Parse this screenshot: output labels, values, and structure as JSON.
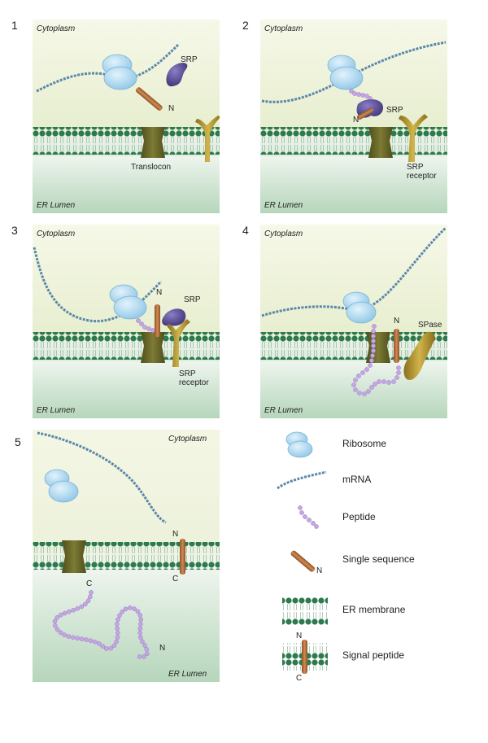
{
  "panels": [
    {
      "number": "1",
      "cytoplasm": "Cytoplasm",
      "lumen": "ER Lumen",
      "labels": {
        "srp": "SRP",
        "n": "N",
        "translocon": "Translocon"
      }
    },
    {
      "number": "2",
      "cytoplasm": "Cytoplasm",
      "lumen": "ER Lumen",
      "labels": {
        "srp": "SRP",
        "n": "N",
        "srp_receptor_1": "SRP",
        "srp_receptor_2": "receptor"
      }
    },
    {
      "number": "3",
      "cytoplasm": "Cytoplasm",
      "lumen": "ER Lumen",
      "labels": {
        "srp": "SRP",
        "n": "N",
        "srp_receptor_1": "SRP",
        "srp_receptor_2": "receptor"
      }
    },
    {
      "number": "4",
      "cytoplasm": "Cytoplasm",
      "lumen": "ER Lumen",
      "labels": {
        "spase": "SPase",
        "n": "N"
      }
    },
    {
      "number": "5",
      "cytoplasm": "Cytoplasm",
      "lumen": "ER Lumen",
      "labels": {
        "n_top": "N",
        "c_bottom": "C",
        "c_peptide": "C",
        "n_peptide": "N"
      }
    }
  ],
  "legend": [
    {
      "icon": "ribosome-icon",
      "label": "Ribosome"
    },
    {
      "icon": "mrna-icon",
      "label": "mRNA"
    },
    {
      "icon": "peptide-icon",
      "label": "Peptide"
    },
    {
      "icon": "single-sequence-icon",
      "label": "Single sequence",
      "n": "N"
    },
    {
      "icon": "er-membrane-icon",
      "label": "ER membrane"
    },
    {
      "icon": "signal-peptide-icon",
      "label": "Signal peptide",
      "n": "N",
      "c": "C"
    }
  ],
  "colors": {
    "ribosome": "#a9d6ef",
    "mrna": "#5a87a8",
    "peptide": "#c3a6e3",
    "signal_sequence": "#b5703b",
    "membrane_head": "#2d7a4e",
    "translocon": "#6b6a2a",
    "srp": "#5b4e9a",
    "srp_receptor": "#b99a2e",
    "cytoplasm_bg": "#eef3d9",
    "lumen_bg": "#cfe4cf"
  }
}
